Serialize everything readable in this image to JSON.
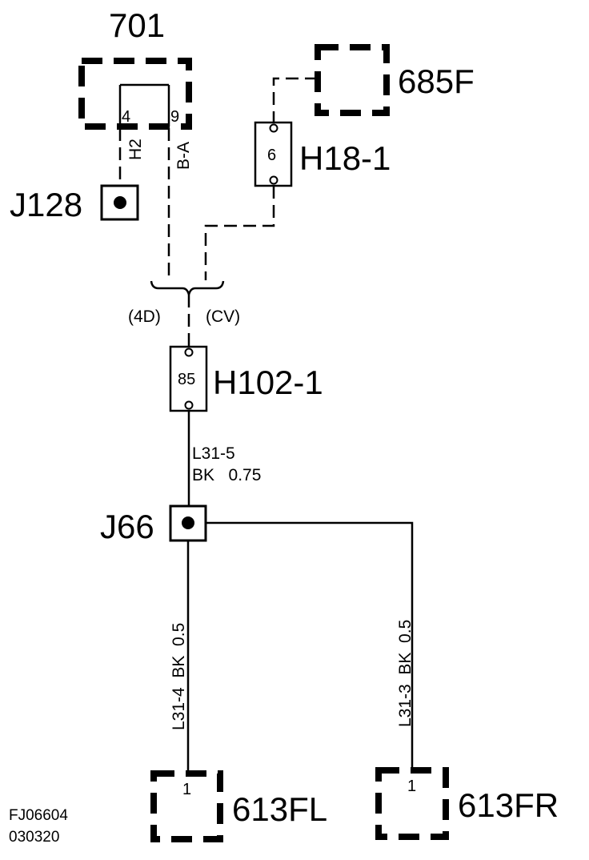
{
  "components": {
    "c701": {
      "label": "701",
      "pin_left": "4",
      "pin_right": "9"
    },
    "c685F": {
      "label": "685F"
    },
    "c613FL": {
      "label": "613FL",
      "pin": "1"
    },
    "c613FR": {
      "label": "613FR",
      "pin": "1"
    }
  },
  "connectors": {
    "h18": {
      "label": "H18-1",
      "pin": "6"
    },
    "h102": {
      "label": "H102-1",
      "pin": "85"
    }
  },
  "splices": {
    "j128": {
      "label": "J128"
    },
    "j66": {
      "label": "J66"
    }
  },
  "wires": {
    "w_h2": "H2",
    "w_ba": "B-A",
    "w_main_line1": "L31-5",
    "w_main_line2": "BK   0.75",
    "w_fl": "L31-4  BK  0.5",
    "w_fr": "L31-3  BK  0.5"
  },
  "variants": {
    "left": "(4D)",
    "right": "(CV)"
  },
  "footer": {
    "line1": "FJ06604",
    "line2": "030320"
  }
}
